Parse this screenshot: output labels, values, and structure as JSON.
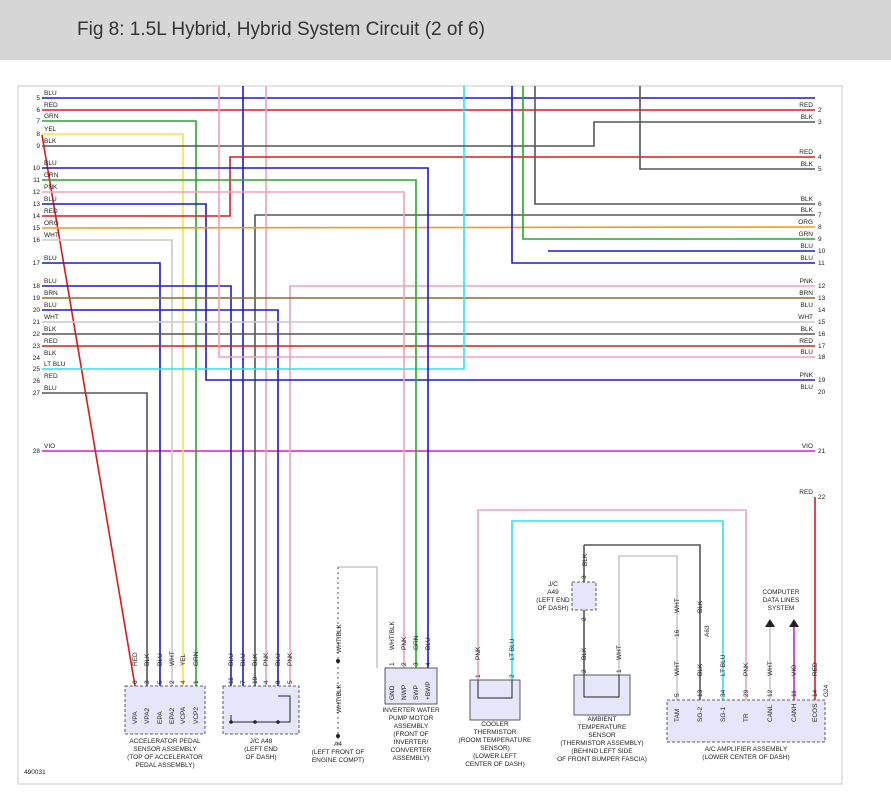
{
  "header": {
    "title": "Fig 8: 1.5L Hybrid, Hybrid System Circuit (2 of 6)"
  },
  "diagram_id": "490031",
  "colors": {
    "BLU": "#1a1acc",
    "RED": "#e01919",
    "GRN": "#2ca52c",
    "YEL": "#f2ea2a",
    "BLK": "#555555",
    "PNK": "#f2a2b8",
    "ORG": "#f29a1a",
    "WHT": "#c8c8c8",
    "BRN": "#8a6a2a",
    "LT BLU": "#2ee0ee",
    "VIO": "#d81ad8"
  },
  "left_wires": [
    {
      "num": "5",
      "color": "BLU"
    },
    {
      "num": "6",
      "color": "RED"
    },
    {
      "num": "7",
      "color": "GRN"
    },
    {
      "num": "8",
      "color": "YEL"
    },
    {
      "num": "9",
      "color": "BLK"
    },
    {
      "num": "10",
      "color": "BLU"
    },
    {
      "num": "11",
      "color": "GRN"
    },
    {
      "num": "12",
      "color": "PNK"
    },
    {
      "num": "13",
      "color": "BLU"
    },
    {
      "num": "14",
      "color": "RED"
    },
    {
      "num": "15",
      "color": "ORG"
    },
    {
      "num": "16",
      "color": "WHT"
    },
    {
      "num": "17",
      "color": "BLU"
    },
    {
      "num": "18",
      "color": "BLU"
    },
    {
      "num": "19",
      "color": "BRN"
    },
    {
      "num": "20",
      "color": "BLU"
    },
    {
      "num": "21",
      "color": "WHT"
    },
    {
      "num": "22",
      "color": "BLK"
    },
    {
      "num": "23",
      "color": "RED"
    },
    {
      "num": "24",
      "color": "BLK"
    },
    {
      "num": "25",
      "color": "LT BLU"
    },
    {
      "num": "26",
      "color": "RED"
    },
    {
      "num": "27",
      "color": "BLU"
    },
    {
      "num": "28",
      "color": "VIO"
    }
  ],
  "right_wires": [
    {
      "num": "2",
      "color": "RED"
    },
    {
      "num": "3",
      "color": "BLK"
    },
    {
      "num": "4",
      "color": "RED"
    },
    {
      "num": "5",
      "color": "BLK"
    },
    {
      "num": "6",
      "color": "BLK"
    },
    {
      "num": "7",
      "color": "BLK"
    },
    {
      "num": "8",
      "color": "ORG"
    },
    {
      "num": "9",
      "color": "GRN"
    },
    {
      "num": "10",
      "color": "BLU"
    },
    {
      "num": "11",
      "color": "BLU"
    },
    {
      "num": "12",
      "color": "PNK"
    },
    {
      "num": "13",
      "color": "BRN"
    },
    {
      "num": "14",
      "color": "BLU"
    },
    {
      "num": "15",
      "color": "WHT"
    },
    {
      "num": "16",
      "color": "BLK"
    },
    {
      "num": "17",
      "color": "RED"
    },
    {
      "num": "18",
      "color": "BLU"
    },
    {
      "num": "19",
      "color": "PNK"
    },
    {
      "num": "20",
      "color": "BLU"
    },
    {
      "num": "21",
      "color": "VIO"
    },
    {
      "num": "22",
      "color": "RED"
    }
  ],
  "components": {
    "accel": {
      "caption": [
        "ACCELERATOR PEDAL",
        "SENSOR ASSEMBLY",
        "(TOP OF ACCELERATOR",
        "PEDAL ASSEMBLY)"
      ],
      "pins": [
        {
          "name": "VPA",
          "num": "6",
          "color": "RED"
        },
        {
          "name": "VPA2",
          "num": "3",
          "color": "BLK"
        },
        {
          "name": "EPA",
          "num": "5",
          "color": "BLU"
        },
        {
          "name": "EPA2",
          "num": "2",
          "color": "WHT"
        },
        {
          "name": "VCPA",
          "num": "4",
          "color": "YEL"
        },
        {
          "name": "VCP2",
          "num": "1",
          "color": "GRN"
        }
      ]
    },
    "jc_a48": {
      "caption": [
        "J/C A48",
        "(LEFT END",
        "OF DASH)"
      ],
      "pins": [
        {
          "num": "11",
          "color": "BLU"
        },
        {
          "num": "7",
          "color": "BLU"
        },
        {
          "num": "19",
          "color": "BLK"
        },
        {
          "num": "4",
          "color": "PNK"
        },
        {
          "num": "8",
          "color": "BLU"
        },
        {
          "num": "5",
          "color": "PNK"
        }
      ]
    },
    "a4": {
      "caption": [
        "A4",
        "(LEFT FRONT OF",
        "ENGINE COMPT)"
      ],
      "wire_top": "WHT/BLK",
      "wire_bottom": "WHT/BLK"
    },
    "pump": {
      "caption": [
        "INVERTER WATER",
        "PUMP MOTOR",
        "ASSEMBLY",
        "(FRONT OF",
        "INVERTER/",
        "CONVERTER",
        "ASSEMBLY)"
      ],
      "pins": [
        {
          "name": "GND",
          "num": "1",
          "color": "WHT/BLK"
        },
        {
          "name": "NWP",
          "num": "2",
          "color": "PNK"
        },
        {
          "name": "SWP",
          "num": "3",
          "color": "GRN"
        },
        {
          "name": "+BWP",
          "num": "4",
          "color": "BLU"
        }
      ]
    },
    "cooler": {
      "caption": [
        "COOLER",
        "THERMISTOR",
        "(ROOM TEMPERATURE",
        "SENSOR)",
        "(LOWER LEFT",
        "CENTER OF DASH)"
      ],
      "pins": [
        {
          "num": "1",
          "color": "PNK"
        },
        {
          "num": "2",
          "color": "LT BLU"
        }
      ]
    },
    "ambient": {
      "caption": [
        "AMBIENT",
        "TEMPERATURE",
        "SENSOR",
        "(THERMISTOR ASSEMBLY)",
        "(BEHIND LEFT SIDE",
        "OF FRONT BUMPER FASCIA)"
      ],
      "pins": [
        {
          "num": "2",
          "color": "BLK"
        },
        {
          "num": "1",
          "color": "WHT"
        }
      ]
    },
    "jc_a49": {
      "caption": [
        "J/C",
        "A49",
        "(LEFT END",
        "OF DASH)"
      ],
      "pin_top": "3",
      "pin_bottom": "2",
      "wire": "BLK"
    },
    "cdls": {
      "caption": [
        "COMPUTER",
        "DATA LINES",
        "SYSTEM"
      ]
    },
    "ac_amp": {
      "caption": [
        "A/C AMPLIFIER ASSEMBLY",
        "(LOWER CENTER OF DASH)"
      ],
      "pins": [
        {
          "name": "TAM",
          "num": "5",
          "color": "WHT"
        },
        {
          "name": "SG-2",
          "num": "13",
          "color": "BLK"
        },
        {
          "name": "SG-1",
          "num": "34",
          "color": "LT BLU"
        },
        {
          "name": "TR",
          "num": "29",
          "color": "PNK"
        },
        {
          "name": "CANL",
          "num": "12",
          "color": "WHT"
        },
        {
          "name": "CANH",
          "num": "11",
          "color": "VIO"
        },
        {
          "name": "ECOS",
          "num": "14",
          "color": "RED"
        }
      ],
      "connector": "G24",
      "upper": {
        "wht_num": "16",
        "wht_color": "WHT",
        "blk_color": "BLK",
        "blk_conn": "A63"
      }
    }
  }
}
